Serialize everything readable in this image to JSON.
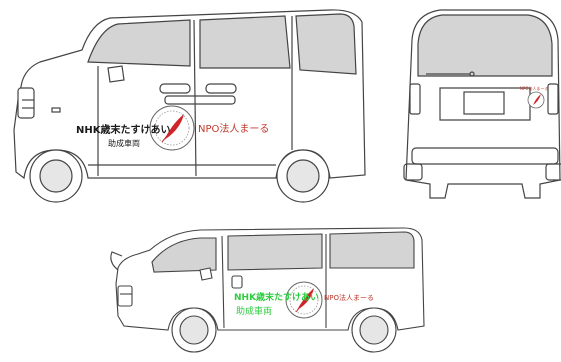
{
  "kei_side": {
    "donor_line1": "NHK歳末たすけあい",
    "donor_line2": "助成車両",
    "npo_name": "NPO法人まーる"
  },
  "kei_rear": {
    "npo_name": "NPO法人まーる"
  },
  "van_side": {
    "donor_line1": "NHK歳末たすけあい",
    "donor_line2": "助成車両",
    "npo_name": "NPO法人まーる"
  },
  "colors": {
    "outline": "#444444",
    "window": "#d4d4d4",
    "npo_text": "#c0392b",
    "van_donor_text": "#2ecc40",
    "feather": "#d0242b"
  },
  "icons": [
    "feather-emblem-icon"
  ]
}
